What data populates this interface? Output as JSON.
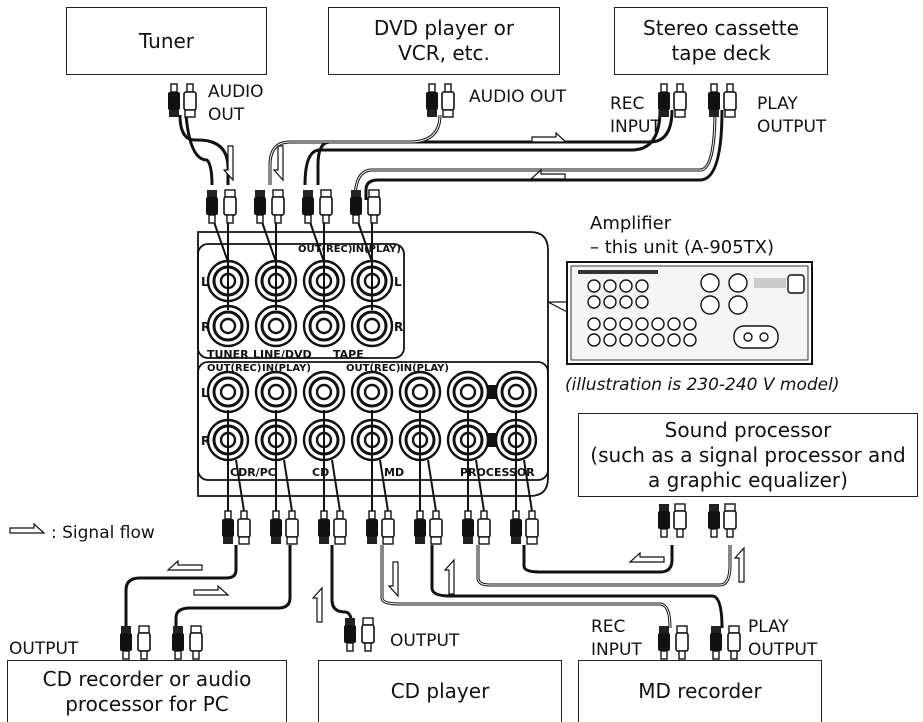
{
  "devices": {
    "tuner": "Tuner",
    "dvd": "DVD player or\nVCR, etc.",
    "cassette": "Stereo cassette\ntape deck",
    "sound_processor": "Sound processor\n(such as a signal processor and\na graphic equalizer)",
    "cd_recorder": "CD recorder or audio\nprocessor for PC",
    "cd_player": "CD player",
    "md_recorder": "MD recorder"
  },
  "labels": {
    "tuner_out": "AUDIO\nOUT",
    "dvd_out": "AUDIO OUT",
    "rec_input": "REC\nINPUT",
    "play_output": "PLAY\nOUTPUT",
    "amplifier": "Amplifier\n– this unit (A-905TX)",
    "illustration_note": "(illustration is 230-240 V model)",
    "signal_flow": ": Signal flow",
    "cdr_output": "OUTPUT",
    "cd_output": "OUTPUT",
    "md_rec_input": "REC\nINPUT",
    "md_play_output": "PLAY\nOUTPUT"
  },
  "panel": {
    "upper_out_rec": "OUT(REC)",
    "upper_in_play": "IN(PLAY)",
    "tuner": "TUNER",
    "line_dvd": "LINE/DVD",
    "tape": "TAPE",
    "lower_out_rec_1": "OUT(REC)",
    "lower_in_play_1": "IN(PLAY)",
    "lower_out_rec_2": "OUT(REC)",
    "lower_in_play_2": "IN(PLAY)",
    "cdr_pc": "CDR/PC",
    "cd": "CD",
    "md": "MD",
    "processor": "PROCESSOR",
    "left": "L",
    "right": "R"
  }
}
